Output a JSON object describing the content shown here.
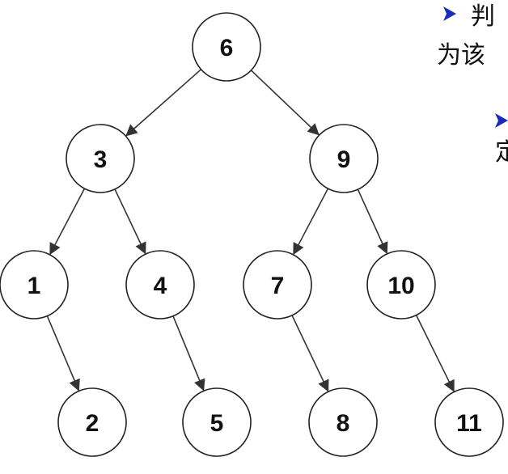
{
  "tree": {
    "nodes": [
      {
        "id": "n6",
        "label": "6"
      },
      {
        "id": "n3",
        "label": "3"
      },
      {
        "id": "n9",
        "label": "9"
      },
      {
        "id": "n1",
        "label": "1"
      },
      {
        "id": "n4",
        "label": "4"
      },
      {
        "id": "n7",
        "label": "7"
      },
      {
        "id": "n10",
        "label": "10"
      },
      {
        "id": "n2",
        "label": "2"
      },
      {
        "id": "n5",
        "label": "5"
      },
      {
        "id": "n8",
        "label": "8"
      },
      {
        "id": "n11",
        "label": "11"
      }
    ],
    "edges": [
      {
        "from": "n6",
        "to": "n3"
      },
      {
        "from": "n6",
        "to": "n9"
      },
      {
        "from": "n3",
        "to": "n1"
      },
      {
        "from": "n3",
        "to": "n4"
      },
      {
        "from": "n9",
        "to": "n7"
      },
      {
        "from": "n9",
        "to": "n10"
      },
      {
        "from": "n1",
        "to": "n2"
      },
      {
        "from": "n4",
        "to": "n5"
      },
      {
        "from": "n7",
        "to": "n8"
      },
      {
        "from": "n10",
        "to": "n11"
      }
    ]
  },
  "side_text": {
    "line1": "判",
    "line2": "为该",
    "line3": "定"
  },
  "colors": {
    "bullet": "#1a2bb8",
    "stroke": "#222222"
  }
}
